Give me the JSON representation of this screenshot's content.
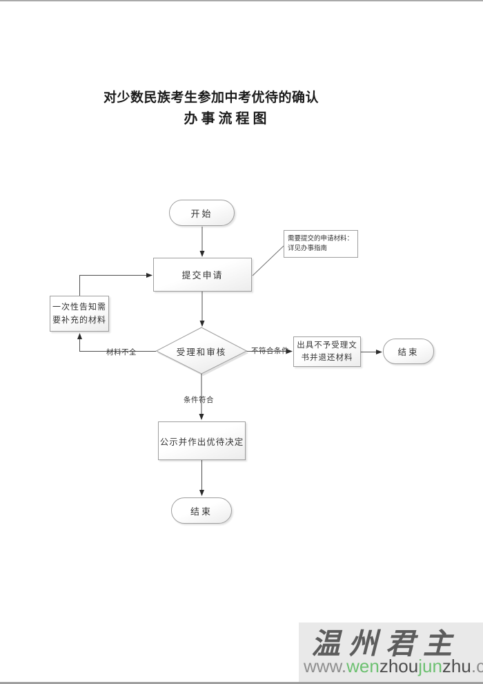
{
  "page": {
    "title_line1": "对少数民族考生参加中考优待的确认",
    "title_line2": "办事流程图"
  },
  "nodes": {
    "start": "开始",
    "submit": "提交申请",
    "note": {
      "line1": "需要提交的申请材料：",
      "line2": "详见办事指南"
    },
    "supplement": {
      "line1": "一次性告知需",
      "line2": "要补充的材料"
    },
    "review": "受理和审核",
    "reject": {
      "line1": "出具不予受理文",
      "line2": "书并退还材料"
    },
    "end_right": "结束",
    "publicize": "公示并作出优待决定",
    "end_bottom": "结束"
  },
  "edge_labels": {
    "incomplete": "材料不全",
    "not_qualified": "不符合条件",
    "qualified": "条件符合"
  },
  "watermark": {
    "brand": "温州君主",
    "url_parts": [
      "www.",
      "wen",
      "zhou",
      "jun",
      "zhu",
      ".com"
    ],
    "brand_color": "#5c5c5c",
    "url_green": "#6cc070",
    "url_gray": "#8f8f8f",
    "url_dark": "#4d4d4d",
    "box_bg": "#e9e9e9"
  },
  "colors": {
    "connector_line": "#4d4d4d",
    "shape_border": "#9d9d9d",
    "shape_fill_top": "#ffffff",
    "shape_fill_bottom": "#ececec"
  }
}
